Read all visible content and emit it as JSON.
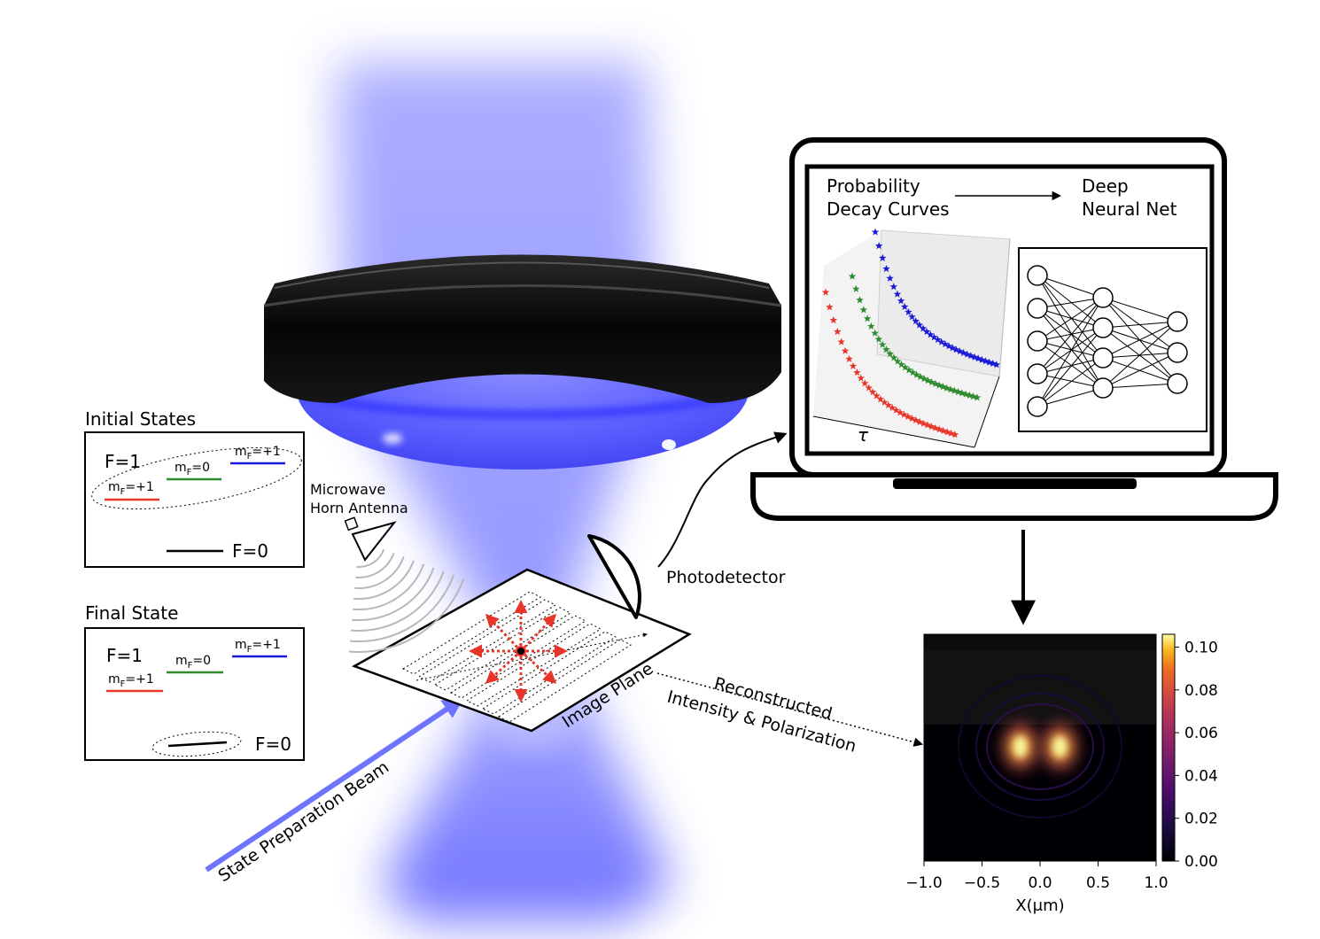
{
  "initial_states": {
    "title": "Initial States",
    "f1": "F=1",
    "mf_plus1_red": "m_F=+1",
    "mf_zero": "m_F=0",
    "mf_plus1_blue": "m_F=+1",
    "f0": "F=0"
  },
  "final_state": {
    "title": "Final State",
    "f1": "F=1",
    "mf_plus1_red": "m_F=+1",
    "mf_zero": "m_F=0",
    "mf_plus1_blue": "m_F=+1",
    "f0": "F=0"
  },
  "antenna_label": [
    "Microwave",
    "Horn Antenna"
  ],
  "photodetector_label": "Photodetector",
  "image_plane_label": "Image Plane",
  "beam_label": "State Preparation Beam",
  "reconstructed_label": [
    "Reconstructed",
    "Intensity & Polarization"
  ],
  "laptop": {
    "left_heading": [
      "Probability",
      "Decay Curves"
    ],
    "right_heading": [
      "Deep",
      "Neural Net"
    ],
    "tau_label": "τ",
    "network_layers": [
      5,
      4,
      3
    ]
  },
  "colors": {
    "red": "#e8352a",
    "green": "#2e8b2e",
    "blue": "#1a1ad6",
    "beam": "#6f74ff",
    "lens_glow": "#3b3cff"
  },
  "chart_data": {
    "type": "heatmap",
    "xlabel": "X(μm)",
    "x_ticks": [
      "−1.0",
      "−0.5",
      "0.0",
      "0.5",
      "1.0"
    ],
    "xlim": [
      -1.0,
      1.0
    ],
    "colorbar_ticks": [
      "0.00",
      "0.02",
      "0.04",
      "0.06",
      "0.08",
      "0.10"
    ],
    "colorbar_range": [
      0.0,
      0.106
    ],
    "colormap": "inferno",
    "peaks": [
      {
        "x": -0.17,
        "value": 0.106
      },
      {
        "x": 0.17,
        "value": 0.106
      }
    ]
  }
}
